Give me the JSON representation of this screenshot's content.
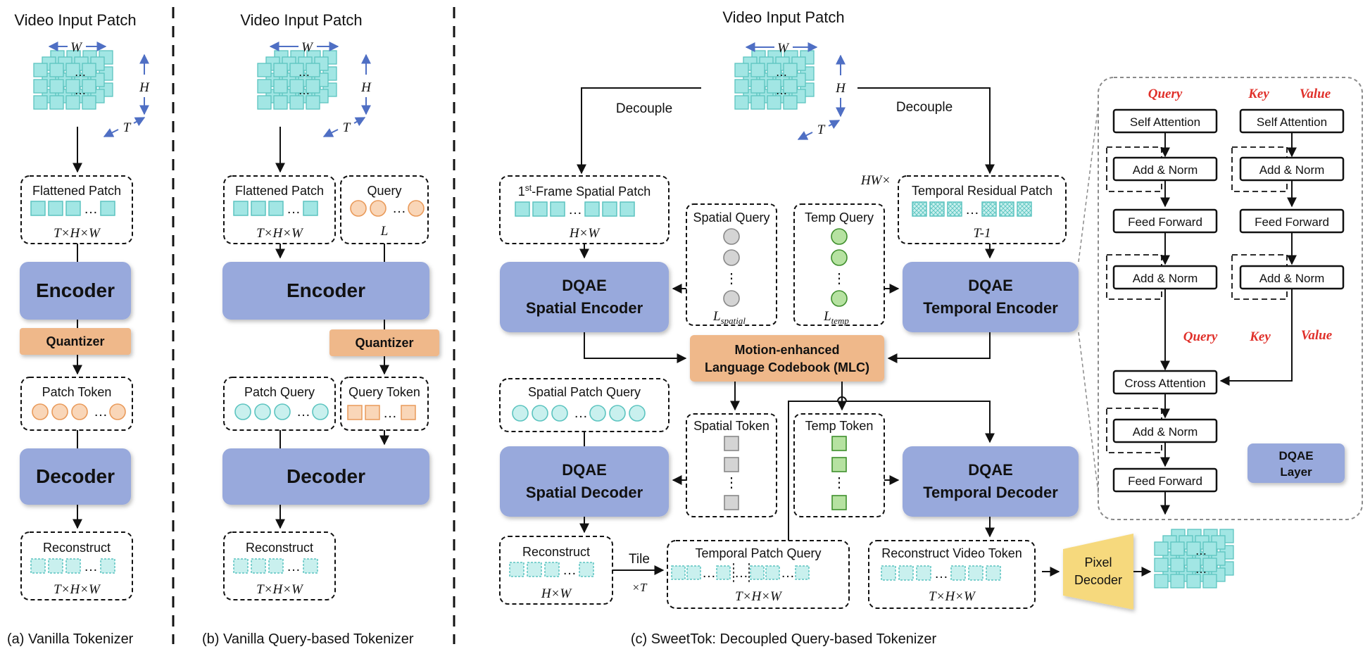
{
  "panel_a": {
    "title": "Video Input Patch",
    "dim_w": "W",
    "dim_h": "H",
    "dim_t": "T",
    "flattened_label": "Flattened Patch",
    "flattened_dims": "T×H×W",
    "encoder": "Encoder",
    "quantizer": "Quantizer",
    "patch_token_label": "Patch Token",
    "decoder": "Decoder",
    "reconstruct_label": "Reconstruct",
    "reconstruct_dims": "T×H×W",
    "caption": "(a) Vanilla Tokenizer"
  },
  "panel_b": {
    "title": "Video Input Patch",
    "dim_w": "W",
    "dim_h": "H",
    "dim_t": "T",
    "flattened_label": "Flattened Patch",
    "flattened_dims": "T×H×W",
    "query_label": "Query",
    "query_dims": "L",
    "encoder": "Encoder",
    "quantizer": "Quantizer",
    "patch_query_label": "Patch Query",
    "query_token_label": "Query Token",
    "decoder": "Decoder",
    "reconstruct_label": "Reconstruct",
    "reconstruct_dims": "T×H×W",
    "caption": "(b) Vanilla Query-based Tokenizer"
  },
  "panel_c": {
    "title": "Video Input Patch",
    "dim_w": "W",
    "dim_h": "H",
    "dim_t": "T",
    "decouple_left": "Decouple",
    "decouple_right": "Decouple",
    "first_frame_sup": "st",
    "first_frame_pre": "1",
    "first_frame_post": "-Frame Spatial Patch",
    "first_frame_dims": "H×W",
    "hw_times": "HW×",
    "temporal_residual_label": "Temporal Residual Patch",
    "temporal_residual_dims": "T-1",
    "spatial_query_label": "Spatial Query",
    "spatial_query_dim": "L",
    "spatial_query_sub": "spatial",
    "temp_query_label": "Temp Query",
    "temp_query_dim": "L",
    "temp_query_sub": "temp",
    "spatial_encoder_l1": "DQAE",
    "spatial_encoder_l2": "Spatial Encoder",
    "temporal_encoder_l1": "DQAE",
    "temporal_encoder_l2": "Temporal Encoder",
    "mlc_l1": "Motion-enhanced",
    "mlc_l2": "Language Codebook (MLC)",
    "spatial_patch_query_label": "Spatial Patch Query",
    "spatial_token_label": "Spatial Token",
    "temp_token_label": "Temp Token",
    "spatial_decoder_l1": "DQAE",
    "spatial_decoder_l2": "Spatial Decoder",
    "temporal_decoder_l1": "DQAE",
    "temporal_decoder_l2": "Temporal Decoder",
    "reconstruct_label": "Reconstruct",
    "reconstruct_dims": "H×W",
    "tile_label": "Tile",
    "tile_times": "×T",
    "temporal_patch_query_label": "Temporal Patch Query",
    "temporal_patch_query_dims": "T×H×W",
    "reconstruct_video_label": "Reconstruct Video Token",
    "reconstruct_video_dims": "T×H×W",
    "pixel_decoder_l1": "Pixel",
    "pixel_decoder_l2": "Decoder",
    "caption": "(c) SweetTok: Decoupled Query-based Tokenizer"
  },
  "dqae_layer": {
    "query_top": "Query",
    "key_top": "Key",
    "value_top": "Value",
    "self_attention_left": "Self Attention",
    "self_attention_right": "Self Attention",
    "add_norm": "Add & Norm",
    "feed_forward": "Feed Forward",
    "query_mid": "Query",
    "key_mid": "Key",
    "value_mid": "Value",
    "cross_attention": "Cross Attention",
    "legend_l1": "DQAE",
    "legend_l2": "Layer"
  },
  "colors": {
    "block_blue": "#98a9dc",
    "quantizer_orange": "#efb88a",
    "pixel_decoder_yellow": "#f6d97d",
    "patch_teal": "#a2e6e4",
    "patch_teal_stroke": "#5cc4c0",
    "query_orange_fill": "#f9d6b8",
    "query_orange_stroke": "#e99a5a",
    "gray_query": "#d4d4d4",
    "green_query": "#b6e2a1",
    "key_value_red": "#e0302a",
    "arrow": "#111111",
    "dim_arrow_blue": "#4f6fc4"
  }
}
